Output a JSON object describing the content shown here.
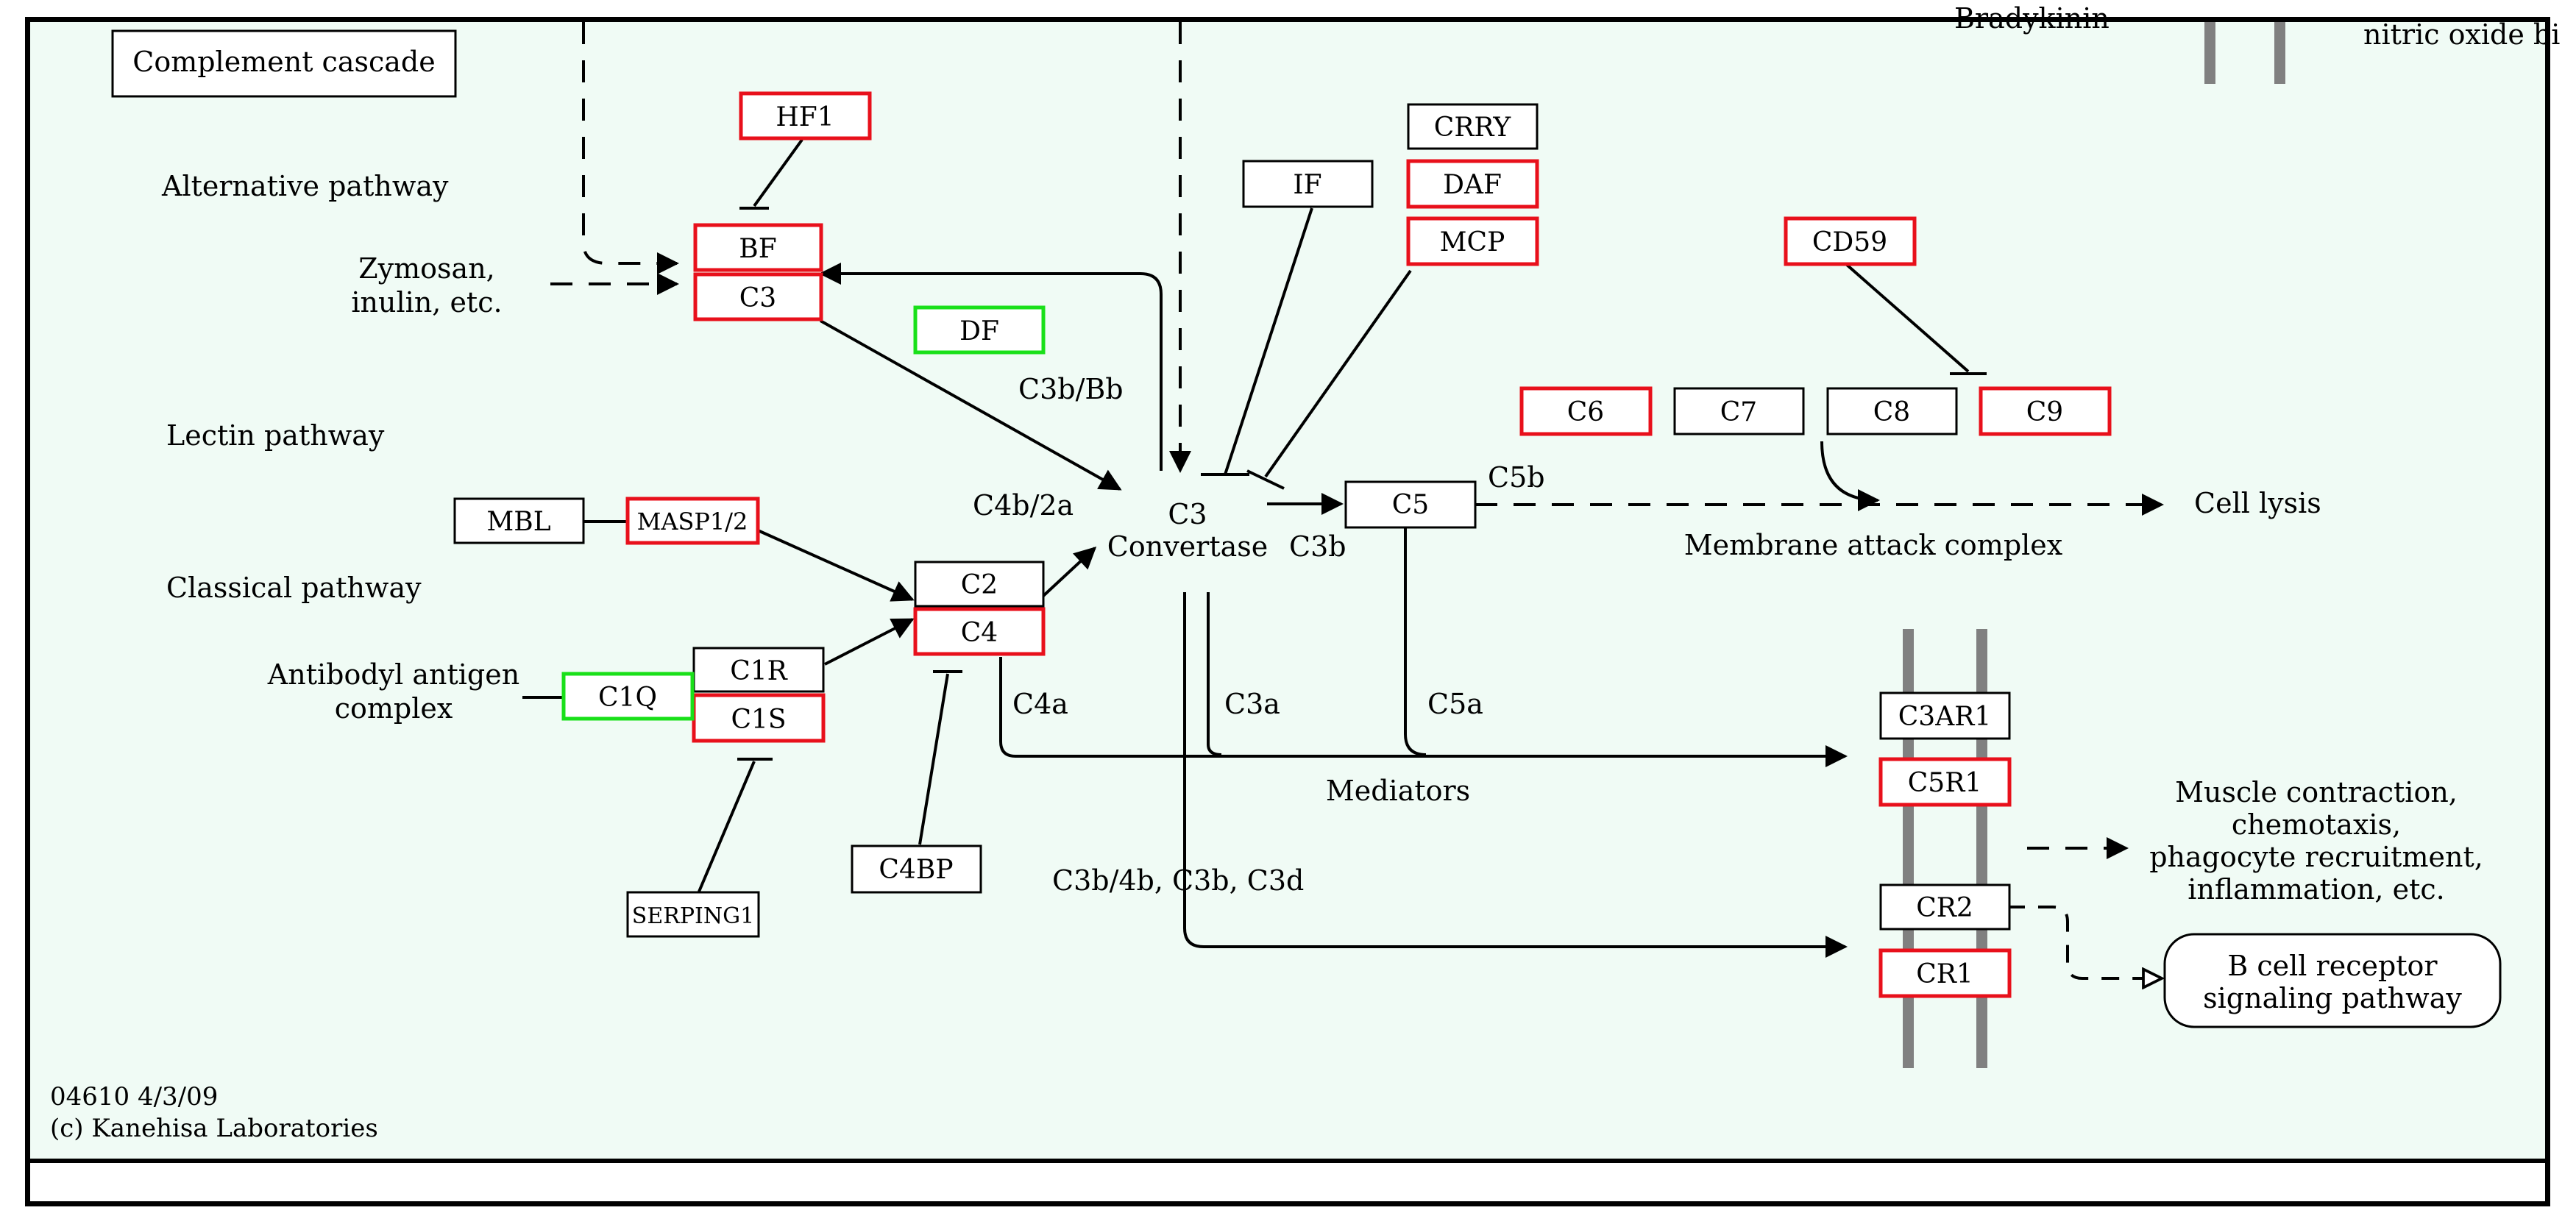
{
  "title": "Complement cascade",
  "pathway_labels": {
    "alternative": "Alternative pathway",
    "lectin": "Lectin pathway",
    "classical": "Classical pathway"
  },
  "inputs": {
    "zymosan_line1": "Zymosan,",
    "zymosan_line2": "inulin, etc.",
    "antibody_line1": "Antibodyl antigen",
    "antibody_line2": "complex"
  },
  "genes": {
    "HF1": "HF1",
    "BF": "BF",
    "C3": "C3",
    "DF": "DF",
    "IF": "IF",
    "CRRY": "CRRY",
    "DAF": "DAF",
    "MCP": "MCP",
    "CD59": "CD59",
    "C6": "C6",
    "C7": "C7",
    "C8": "C8",
    "C9": "C9",
    "MBL": "MBL",
    "MASP12": "MASP1/2",
    "C2": "C2",
    "C4": "C4",
    "C1R": "C1R",
    "C1S": "C1S",
    "C1Q": "C1Q",
    "SERPING1": "SERPING1",
    "C4BP": "C4BP",
    "C5": "C5",
    "C3AR1": "C3AR1",
    "C5R1": "C5R1",
    "CR2": "CR2",
    "CR1": "CR1"
  },
  "edge_labels": {
    "c3b_bb": "C3b/Bb",
    "c4b_2a": "C4b/2a",
    "c3_convertase_1": "C3",
    "c3_convertase_2": "Convertase",
    "c3b": "C3b",
    "c5b": "C5b",
    "c4a": "C4a",
    "c3a": "C3a",
    "c5a": "C5a",
    "mediators": "Mediators",
    "c3b_4b": "C3b/4b, C3b, C3d",
    "membrane_attack": "Membrane attack complex"
  },
  "outputs": {
    "cell_lysis": "Cell lysis",
    "muscle_1": "Muscle contraction,",
    "muscle_2": "chemotaxis,",
    "muscle_3": "phagocyte recruitment,",
    "muscle_4": "inflammation, etc.",
    "bcell_1": "B cell receptor",
    "bcell_2": "signaling pathway"
  },
  "top_cutoff": {
    "bradykinin": "Bradykinin",
    "nitric_oxide": "nitric oxide bi"
  },
  "footer": {
    "map_id": "04610 4/3/09",
    "copyright": "(c) Kanehisa Laboratories"
  },
  "colors": {
    "highlight_red": "#e8101b",
    "highlight_green": "#19e019",
    "default_border": "#000000",
    "background": "#f0fbf5",
    "membrane": "#808080"
  }
}
